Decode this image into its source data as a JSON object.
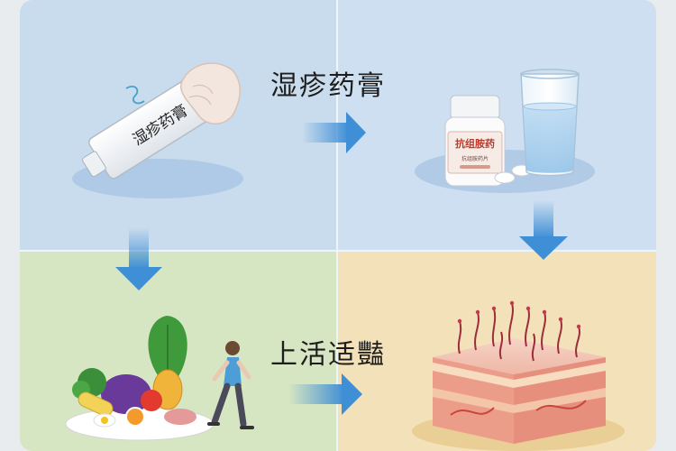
{
  "labels": {
    "top": "湿疹药膏",
    "bottom": "上活适豔"
  },
  "tube": {
    "text": "湿疹药膏"
  },
  "bottle": {
    "title": "抗组胺药",
    "subtitle": "抗组胺药片"
  },
  "colors": {
    "panel_top_left": "#c9dced",
    "panel_top_right": "#cddff0",
    "panel_bottom_left": "#d7e6c2",
    "panel_bottom_right": "#f2e1b9",
    "arrow": "#3f8fd6",
    "bottle_label": "#c0392b"
  }
}
